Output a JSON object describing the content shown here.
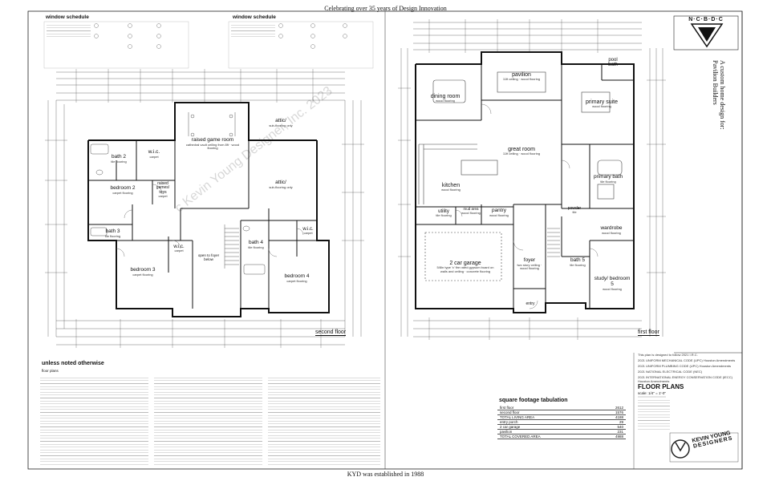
{
  "header_top": "Celebrating over 35 years of Design Innovation",
  "footer_bottom": "KYD was established in 1988",
  "watermark": "c Kevin Young Designer, Inc. 2023",
  "left_panel": {
    "window_schedule_left": "window schedule",
    "window_schedule_right": "window schedule",
    "plan_label": "second floor",
    "rooms": [
      {
        "name": "raised game room",
        "sub": "cathedral vault ceiling from 8ft · wood flooring"
      },
      {
        "name": "attic/",
        "sub": "sub-flooring only"
      },
      {
        "name": "attic/",
        "sub": "sub-flooring only"
      },
      {
        "name": "bath 2",
        "sub": "tile flooring"
      },
      {
        "name": "w.i.c.",
        "sub": "carpet"
      },
      {
        "name": "bedroom 2",
        "sub": "carpet flooring"
      },
      {
        "name": "raised games/ toys",
        "sub": "carpet"
      },
      {
        "name": "bath 3",
        "sub": "tile flooring"
      },
      {
        "name": "w.i.c.",
        "sub": "carpet"
      },
      {
        "name": "bedroom 3",
        "sub": "carpet flooring"
      },
      {
        "name": "open to foyer below",
        "sub": ""
      },
      {
        "name": "bath 4",
        "sub": "tile flooring"
      },
      {
        "name": "w.i.c.",
        "sub": "carpet"
      },
      {
        "name": "bedroom 4",
        "sub": "carpet flooring"
      }
    ],
    "notes_title": "unless noted otherwise",
    "notes_sub": "floor plans"
  },
  "right_panel": {
    "plan_label": "first floor",
    "rooms": [
      {
        "name": "dining room",
        "sub": "wood flooring"
      },
      {
        "name": "pavilion",
        "sub": "11ft ceiling · wood flooring"
      },
      {
        "name": "pool bath",
        "sub": ""
      },
      {
        "name": "primary suite",
        "sub": "wood flooring"
      },
      {
        "name": "great room",
        "sub": "11ft ceiling · wood flooring"
      },
      {
        "name": "kitchen",
        "sub": "wood flooring"
      },
      {
        "name": "primary bath",
        "sub": "tile flooring"
      },
      {
        "name": "utility",
        "sub": "tile flooring"
      },
      {
        "name": "mud area",
        "sub": "wood flooring"
      },
      {
        "name": "pantry",
        "sub": "wood flooring"
      },
      {
        "name": "powder",
        "sub": "tile"
      },
      {
        "name": "wardrobe",
        "sub": "wood flooring"
      },
      {
        "name": "2 car garage",
        "sub": "5/8in type 'x' fire rated gypsum board on walls and ceiling · concrete flooring"
      },
      {
        "name": "foyer",
        "sub": "two story ceiling · wood flooring"
      },
      {
        "name": "bath 5",
        "sub": "tile flooring"
      },
      {
        "name": "study/ bedroom 5",
        "sub": "wood flooring"
      },
      {
        "name": "entry",
        "sub": ""
      }
    ],
    "codes": [
      "This plan is designed to follow 2021 I.R.C.",
      "2021 UNIFORM MECHANICAL CODE (UPC) Houston Amendments",
      "2021 UNIFORM PLUMBING CODE (UPC) Houston Amendments",
      "2021 NATIONAL ELECTRICAL CODE (NEC)",
      "2021 INTERNATIONAL ENERGY CONSERVATION CODE (IECC) Houston Amendments"
    ],
    "sqft_title": "square footage tabulation",
    "sqft": [
      {
        "label": "first floor",
        "value": "2612"
      },
      {
        "label": "second floor",
        "value": "1576"
      },
      {
        "label": "TOTAL LIVING AREA",
        "value": "4188"
      },
      {
        "label": "entry porch",
        "value": "29"
      },
      {
        "label": "2 car garage",
        "value": "540"
      },
      {
        "label": "pavilion",
        "value": "231"
      },
      {
        "label": "TOTAL COVERED AREA",
        "value": "4988"
      }
    ],
    "floor_plans_title": "FLOOR PLANS",
    "scale": "scale: 1/4\" = 1'-0\"",
    "title_block": {
      "org": "N·C·B·D·C",
      "custom_line1": "A custom home design for:",
      "custom_line2": "Pavilion Builders",
      "brand1": "KEVIN YOUNG",
      "brand2": "DESIGNERS"
    }
  }
}
